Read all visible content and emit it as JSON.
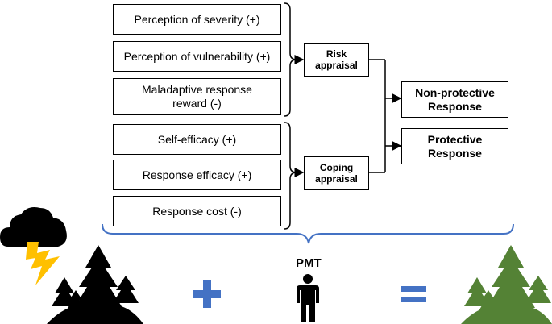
{
  "factors": {
    "threat": [
      "Perception of severity (+)",
      "Perception of vulnerability (+)",
      "Maladaptive response reward (-)"
    ],
    "coping": [
      "Self-efficacy (+)",
      "Response efficacy (+)",
      "Response cost (-)"
    ]
  },
  "appraisals": {
    "risk": "Risk appraisal",
    "coping": "Coping appraisal"
  },
  "responses": {
    "non_protective": "Non-protective Response",
    "protective": "Protective Response"
  },
  "pmt_label": "PMT",
  "colors": {
    "brace": "#4472c4",
    "operator": "#4472c4",
    "tree_dark": "#000000",
    "tree_green": "#548235",
    "lightning": "#ffc000"
  },
  "icons": [
    "storm-cloud-icon",
    "lightning-icon",
    "forest-icon",
    "plus-icon",
    "person-icon",
    "equals-icon",
    "green-forest-icon"
  ]
}
